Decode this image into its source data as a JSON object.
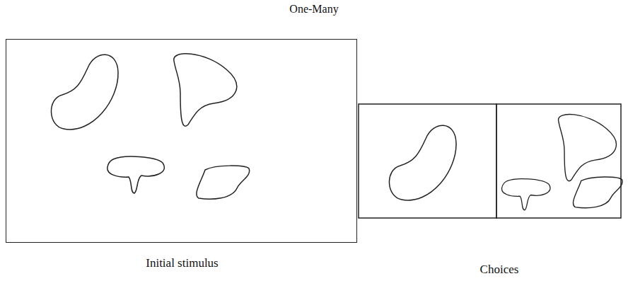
{
  "diagram": {
    "title": "One-Many",
    "nodes": [
      {
        "text": [
          "Initial stimulus"
        ]
      }
    ],
    "labels": [
      "Choices"
    ]
  }
}
